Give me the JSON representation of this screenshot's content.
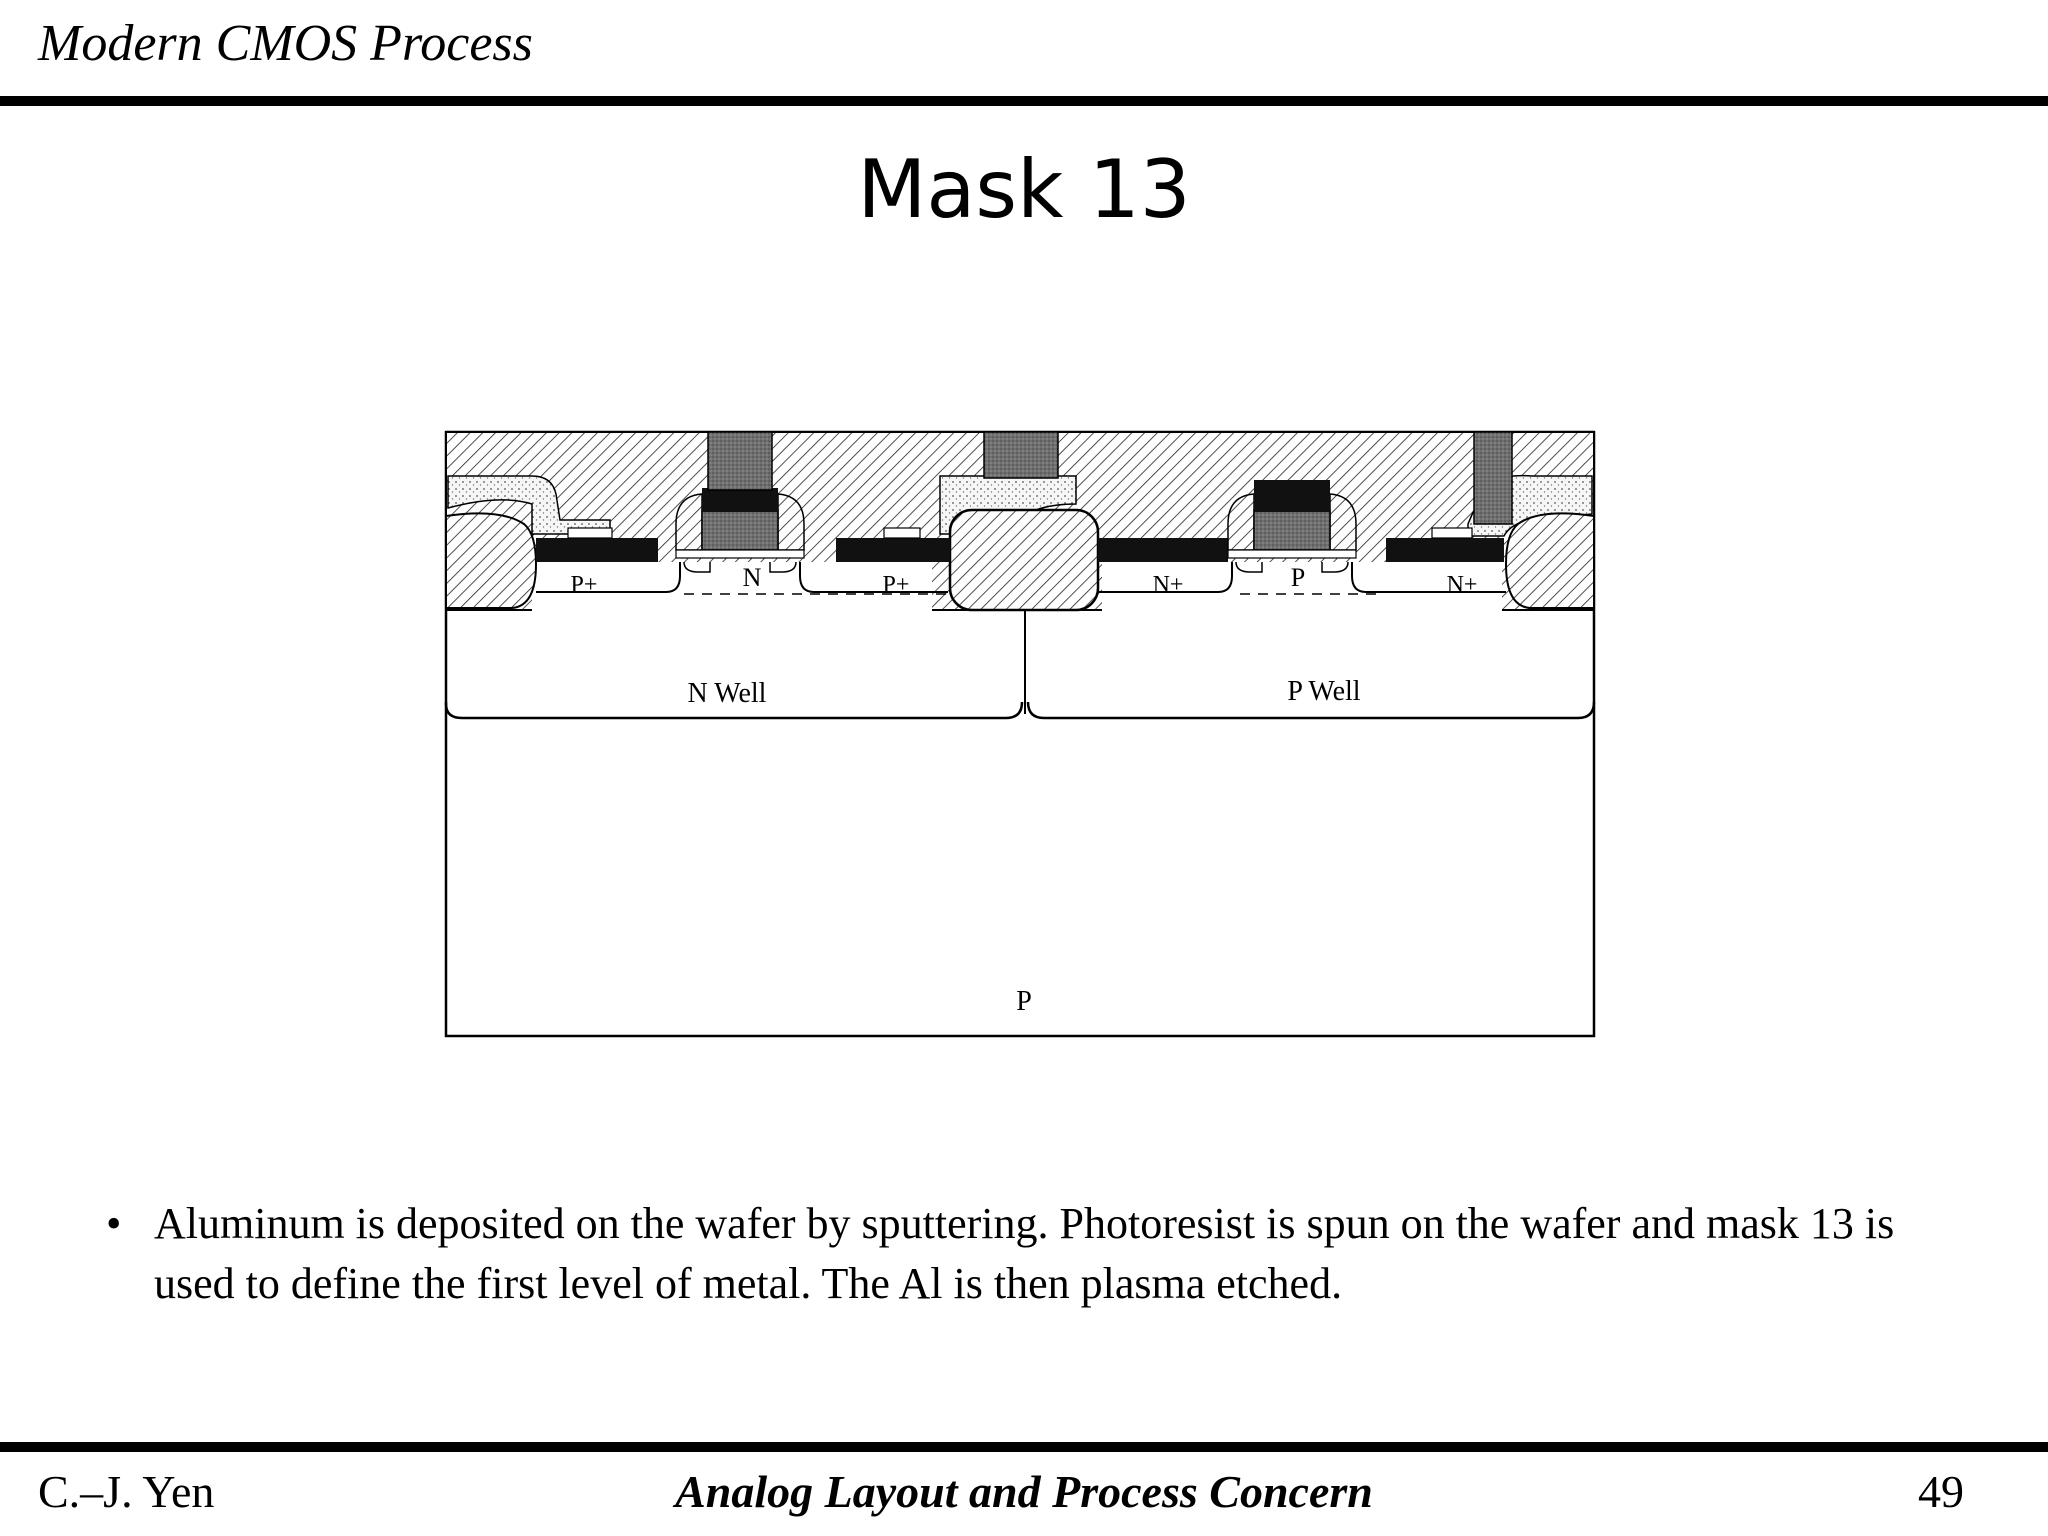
{
  "header": {
    "title": "Modern CMOS Process"
  },
  "slide": {
    "title": "Mask 13"
  },
  "diagram": {
    "labels": {
      "p_plus_left": "P+",
      "n_channel": "N",
      "p_plus_right": "P+",
      "n_plus_left": "N+",
      "p_channel": "P",
      "n_plus_right": "N+",
      "n_well": "N Well",
      "p_well": "P Well",
      "substrate": "P"
    }
  },
  "bullet": {
    "text": "Aluminum is deposited on the wafer by sputtering. Photoresist is spun on the wafer and mask 13 is used to define the first level of metal. The Al is then plasma etched."
  },
  "footer": {
    "author": "C.–J. Yen",
    "course": "Analog Layout and Process Concern",
    "page": "49"
  }
}
